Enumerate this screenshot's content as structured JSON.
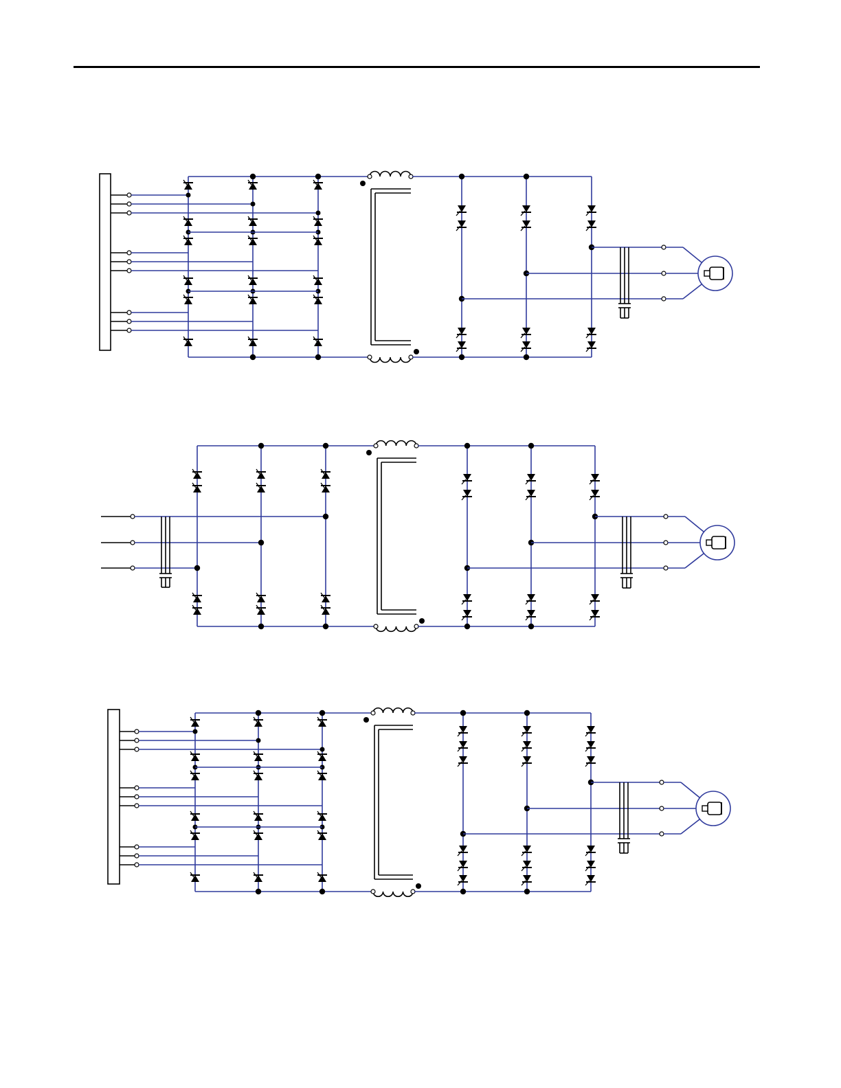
{
  "document": {
    "header_rule": true,
    "text": []
  },
  "colors": {
    "wire": "#2f3a9c",
    "component": "#000000",
    "background": "#ffffff"
  },
  "figures": [
    {
      "id": "figure-1",
      "input": "multi-winding-transformer",
      "rectifier": "thyristor-bridge",
      "link": "dc-link-inductor",
      "inverter": "gto-bridge",
      "output": "motor"
    },
    {
      "id": "figure-2",
      "input": "three-phase-line",
      "rectifier": "thyristor-bridge",
      "link": "dc-link-inductor",
      "inverter": "gto-bridge",
      "output": "motor"
    },
    {
      "id": "figure-3",
      "input": "multi-winding-transformer",
      "rectifier": "thyristor-bridge",
      "link": "dc-link-inductor",
      "inverter": "gto-bridge-three-series",
      "output": "motor"
    }
  ]
}
